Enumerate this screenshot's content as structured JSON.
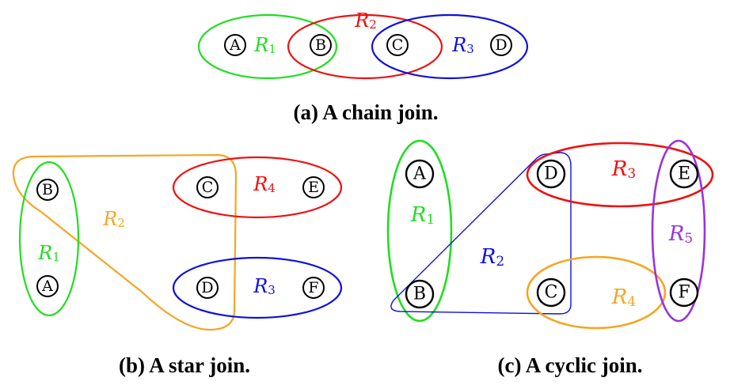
{
  "colors": {
    "green": "#22dd22",
    "red": "#ee1111",
    "blue": "#1010dd",
    "orange": "#f5a623",
    "purple": "#9933dd",
    "black": "#000000"
  },
  "chain": {
    "caption": "(a) A chain join.",
    "nodes": [
      "A",
      "B",
      "C",
      "D"
    ],
    "relations": [
      {
        "base": "R",
        "sub": "1"
      },
      {
        "base": "R",
        "sub": "2"
      },
      {
        "base": "R",
        "sub": "3"
      }
    ]
  },
  "star": {
    "caption": "(b) A star join.",
    "nodes": [
      "B",
      "A",
      "C",
      "E",
      "D",
      "F"
    ],
    "relations": [
      {
        "base": "R",
        "sub": "1"
      },
      {
        "base": "R",
        "sub": "2"
      },
      {
        "base": "R",
        "sub": "4"
      },
      {
        "base": "R",
        "sub": "3"
      }
    ]
  },
  "cyclic": {
    "caption": "(c) A cyclic join.",
    "nodes": [
      "A",
      "B",
      "D",
      "E",
      "C",
      "F"
    ],
    "relations": [
      {
        "base": "R",
        "sub": "1"
      },
      {
        "base": "R",
        "sub": "2"
      },
      {
        "base": "R",
        "sub": "3"
      },
      {
        "base": "R",
        "sub": "4"
      },
      {
        "base": "R",
        "sub": "5"
      }
    ]
  }
}
